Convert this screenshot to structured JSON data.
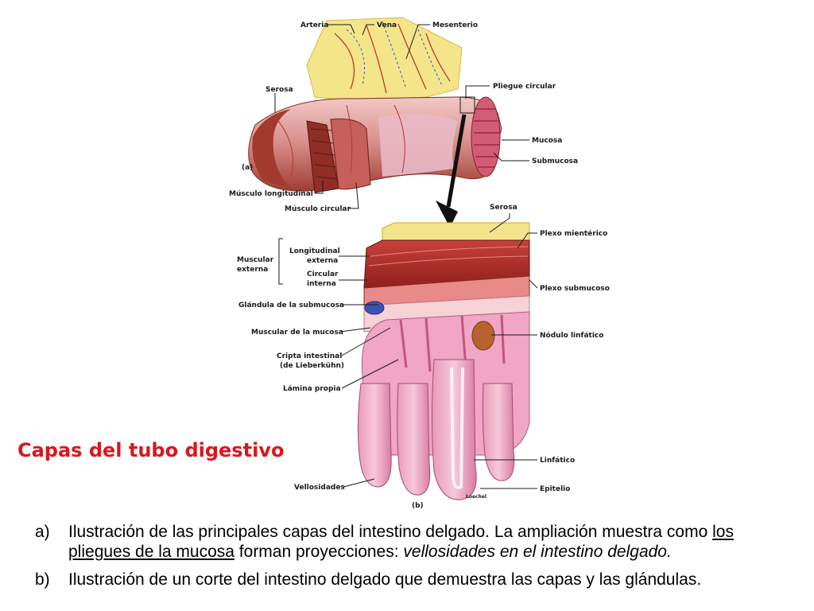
{
  "slide": {
    "title": "Capas del tubo digestivo"
  },
  "figure": {
    "panel_a_label": "(a)",
    "panel_b_label": "(b)",
    "signature": "Loechel",
    "labels": {
      "arteria": "Arteria",
      "vena": "Vena",
      "mesenterio": "Mesenterio",
      "serosa_a": "Serosa",
      "pliegue_circular": "Pliegue circular",
      "mucosa": "Mucosa",
      "submucosa": "Submucosa",
      "musculo_longitudinal": "Músculo longitudinal",
      "musculo_circular": "Músculo circular",
      "serosa_b": "Serosa",
      "plexo_mienterico": "Plexo mientérico",
      "muscular_externa_1": "Muscular",
      "muscular_externa_2": "externa",
      "longitudinal_externa_1": "Longitudinal",
      "longitudinal_externa_2": "externa",
      "circular_interna_1": "Circular",
      "circular_interna_2": "interna",
      "plexo_submucoso": "Plexo submucoso",
      "glandula_submucosa": "Glándula de la submucosa",
      "muscular_mucosa": "Muscular de la mucosa",
      "nodulo_linfatico": "Nódulo linfático",
      "cripta_1": "Cripta intestinal",
      "cripta_2": "(de Lieberkühn)",
      "lamina_propia": "Lámina propia",
      "linfatico": "Linfático",
      "vellosidades": "Vellosidades",
      "epitelio": "Epitelio"
    }
  },
  "captions": [
    {
      "marker": "a)",
      "part1": "Ilustración de las principales capas del intestino delgado.  La ampliación muestra como ",
      "underlined": "los pliegues de la mucosa",
      "part2": " forman proyecciones: ",
      "italic": "vellosidades en el intestino delgado."
    },
    {
      "marker": "b)",
      "text": "Ilustración de un corte del intestino delgado que demuestra las capas y las glándulas."
    }
  ]
}
